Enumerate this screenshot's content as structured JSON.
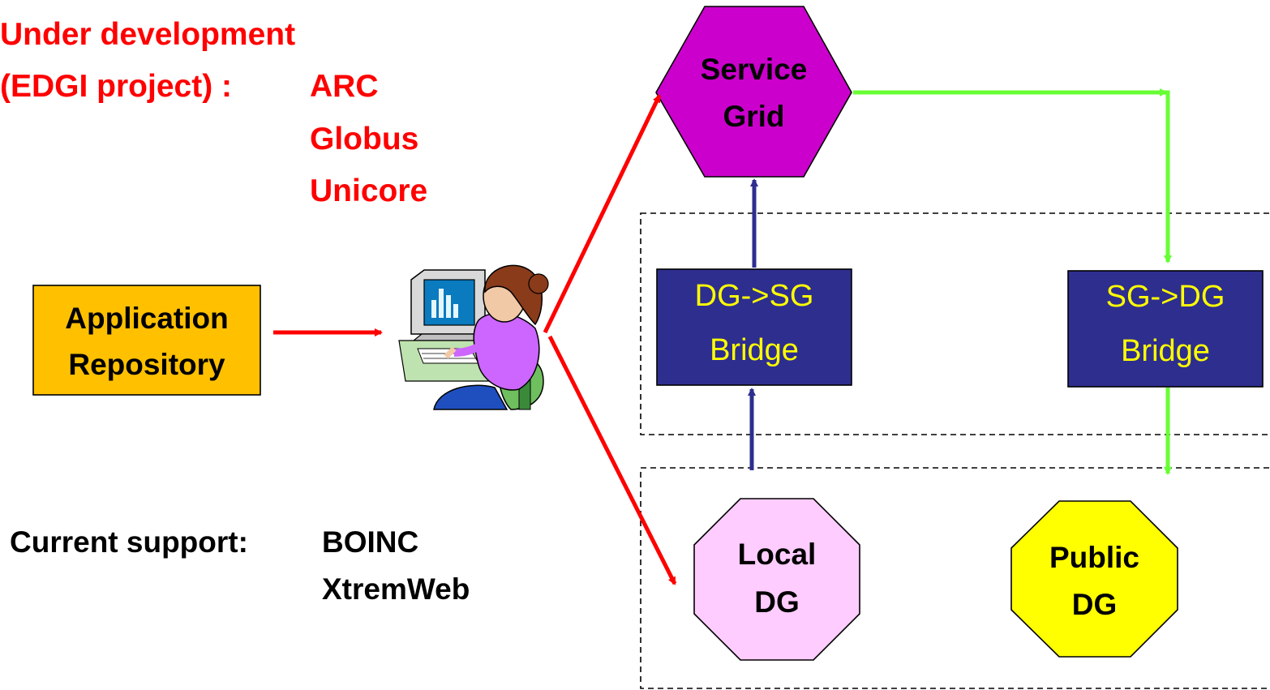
{
  "notes": {
    "under_dev_line1": "Under development",
    "under_dev_line2": "(EDGI project) :",
    "under_dev_items": [
      "ARC",
      "Globus",
      "Unicore"
    ],
    "current_support_label": "Current support:",
    "current_support_items": [
      "BOINC",
      "XtremWeb"
    ]
  },
  "nodes": {
    "app_repo": {
      "line1": "Application",
      "line2": "Repository"
    },
    "service_grid": {
      "line1": "Service",
      "line2": "Grid"
    },
    "dg_sg_bridge": {
      "line1": "DG->SG",
      "line2": "Bridge"
    },
    "sg_dg_bridge": {
      "line1": "SG->DG",
      "line2": "Bridge"
    },
    "local_dg": {
      "line1": "Local",
      "line2": "DG"
    },
    "public_dg": {
      "line1": "Public",
      "line2": "DG"
    }
  },
  "colors": {
    "red_arrow": "#ff0000",
    "green_arrow": "#66ff33",
    "blue_arrow": "#2e2e8f",
    "app_repo_fill": "#ffc000",
    "service_grid_fill": "#cc00cc",
    "bridge_fill": "#2e2e8f",
    "local_dg_fill": "#ffccff",
    "public_dg_fill": "#ffff00"
  }
}
